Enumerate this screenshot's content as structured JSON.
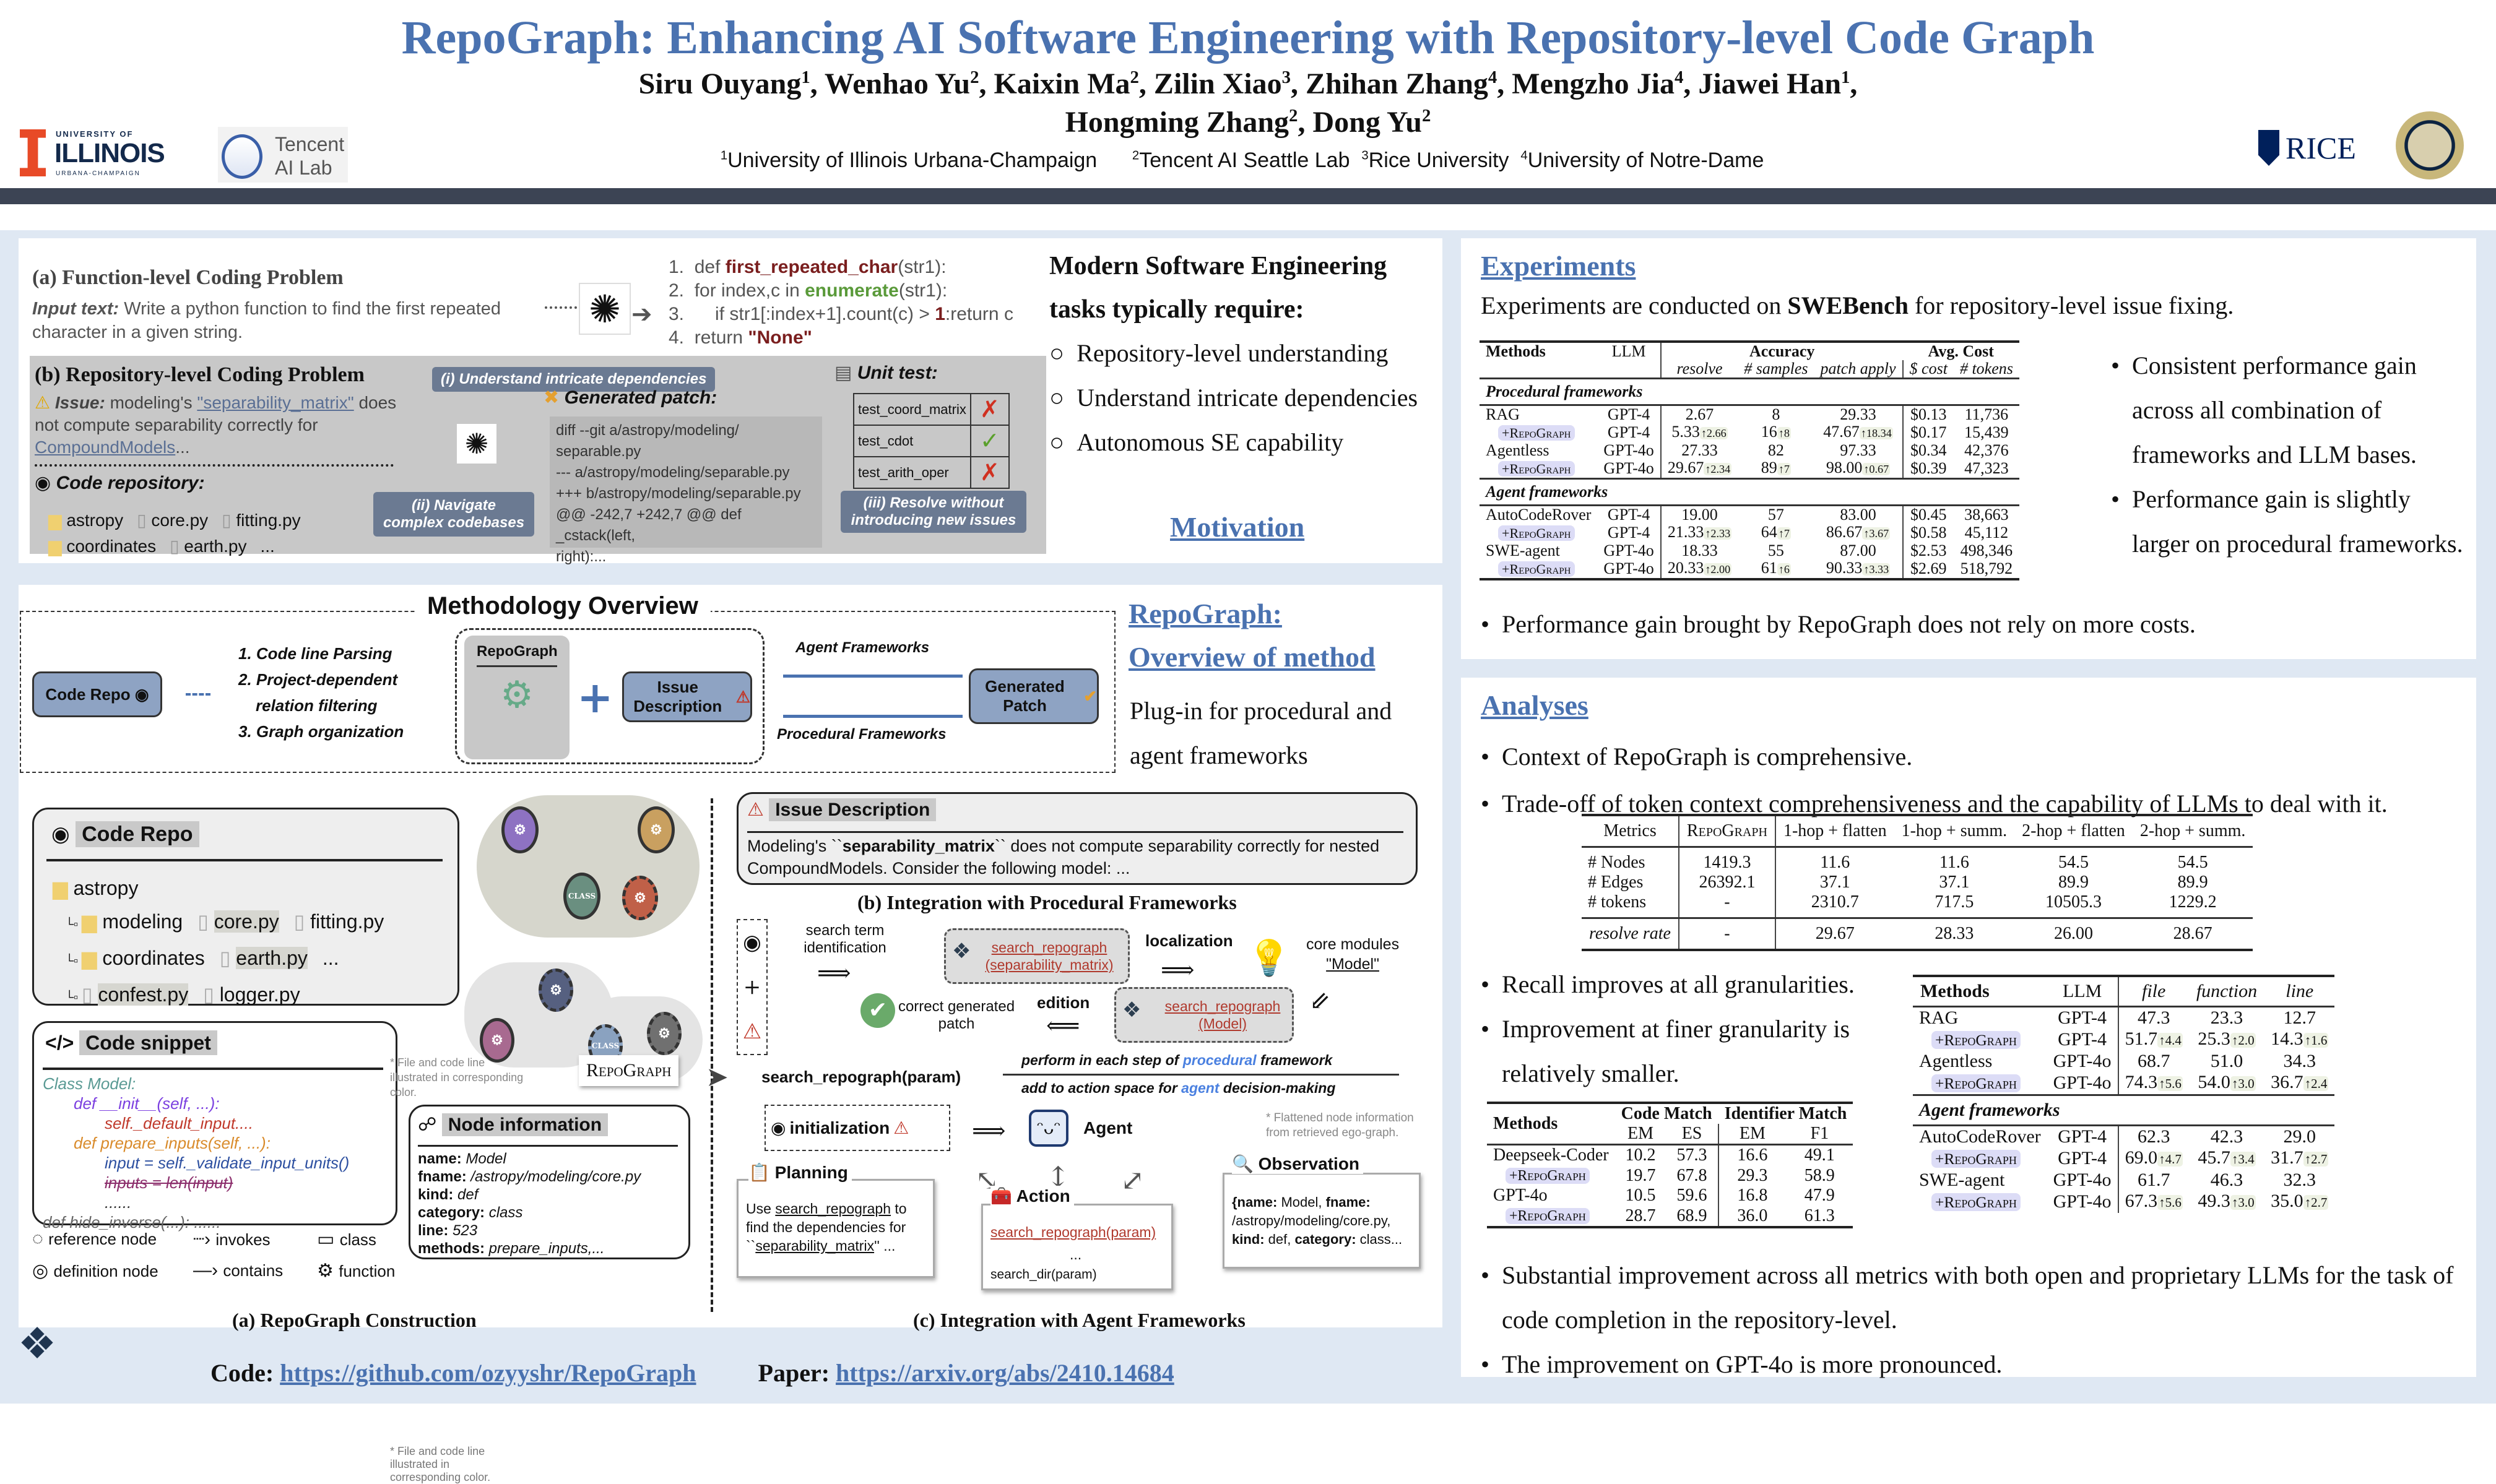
{
  "header": {
    "title": "RepoGraph: Enhancing AI Software Engineering with Repository-level Code Graph",
    "authors_line1": [
      {
        "name": "Siru Ouyang",
        "aff": "1"
      },
      {
        "name": "Wenhao Yu",
        "aff": "2"
      },
      {
        "name": "Kaixin Ma",
        "aff": "2"
      },
      {
        "name": "Zilin Xiao",
        "aff": "3"
      },
      {
        "name": "Zhihan Zhang",
        "aff": "4"
      },
      {
        "name": "Mengzho Jia",
        "aff": "4"
      },
      {
        "name": "Jiawei Han",
        "aff": "1"
      }
    ],
    "authors_line2": [
      {
        "name": "Hongming Zhang",
        "aff": "2"
      },
      {
        "name": "Dong Yu",
        "aff": "2"
      }
    ],
    "affiliations": [
      {
        "num": "1",
        "name": "University of Illinois Urbana-Champaign"
      },
      {
        "num": "2",
        "name": "Tencent AI Seattle Lab"
      },
      {
        "num": "3",
        "name": "Rice University"
      },
      {
        "num": "4",
        "name": "University of Notre-Dame"
      }
    ],
    "logos": {
      "illinois_top": "UNIVERSITY OF",
      "illinois_main": "ILLINOIS",
      "illinois_sub": "URBANA-CHAMPAIGN",
      "tencent_1": "Tencent",
      "tencent_2": "AI Lab",
      "rice": "RICE"
    },
    "colors": {
      "title": "#4a72b0",
      "bar": "#3c4454",
      "background": "#dfe8f3"
    }
  },
  "motivation": {
    "fig_a": {
      "title": "(a) Function-level Coding Problem",
      "input_label": "Input text:",
      "input_text": "Write a python function to find the first repeated character in a given string.",
      "code": [
        {
          "n": "1.",
          "pre": "def ",
          "hl": "first_repeated_char",
          "post": "(str1):"
        },
        {
          "n": "2.",
          "pre": "for index,c in ",
          "hl": "enumerate",
          "post": "(str1):"
        },
        {
          "n": "3.",
          "pre": "    if str1[:index+1].count(c) > ",
          "hl": "1",
          "post": ":return c"
        },
        {
          "n": "4.",
          "pre": "return ",
          "hl": "\"None\"",
          "post": ""
        }
      ]
    },
    "fig_b": {
      "title": "(b) Repository-level Coding Problem",
      "issue_label": "Issue:",
      "issue_pre": "modeling's ",
      "issue_link": "\"separability_matrix\"",
      "issue_mid": " does not compute separability correctly for ",
      "issue_link2": "CompoundModels",
      "issue_post": "...",
      "callout_i": "(i) Understand intricate dependencies",
      "callout_ii": "(ii) Navigate complex codebases",
      "callout_iii": "(iii) Resolve without introducing new issues",
      "repo_label": "Code repository:",
      "repo_items": [
        "astropy",
        "core.py",
        "fitting.py",
        "coordinates",
        "earth.py",
        "..."
      ],
      "patch_label": "Generated patch:",
      "patch_lines": [
        "diff --git a/astropy/modeling/",
        "separable.py",
        "--- a/astropy/modeling/separable.py",
        "+++ b/astropy/modeling/separable.py",
        "@@ -242,7 +242,7 @@ def _cstack(left,",
        "right):..."
      ],
      "unit_test_label": "Unit test:",
      "unit_tests": [
        {
          "name": "test_coord_matrix",
          "pass": false
        },
        {
          "name": "test_cdot",
          "pass": true
        },
        {
          "name": "test_arith_oper",
          "pass": false
        }
      ]
    },
    "text": {
      "heading": "Modern Software Engineering tasks typically require:",
      "bullets": [
        "Repository-level understanding",
        "Understand intricate dependencies",
        "Autonomous SE capability"
      ],
      "section_title": "Motivation"
    }
  },
  "method": {
    "overview_title": "Methodology Overview",
    "code_repo": "Code Repo",
    "steps": [
      "1. Code line Parsing",
      "2. Project-dependent",
      "relation filtering",
      "3. Graph organization"
    ],
    "repograph": "RepoGraph",
    "issue_desc": "Issue Description",
    "agent_fw": "Agent Frameworks",
    "proc_fw": "Procedural Frameworks",
    "gen_patch": "Generated Patch",
    "side_title_1": "RepoGraph:",
    "side_title_2": "Overview of method",
    "side_text": "Plug-in for procedural and agent frameworks",
    "construction": {
      "repo_title": "Code Repo",
      "tree": {
        "root": "astropy",
        "rows": [
          [
            "modeling",
            "core.py",
            "fitting.py"
          ],
          [
            "coordinates",
            "earth.py",
            "..."
          ],
          [
            "confest.py",
            "logger.py"
          ]
        ]
      },
      "snippet_title": "Code snippet",
      "snippet": [
        {
          "text": "Class Model:",
          "color": "#5a9a94",
          "indent": 0,
          "strike": false
        },
        {
          "text": "def __init__(self, ...):",
          "color": "#7b3fe0",
          "indent": 1,
          "strike": false
        },
        {
          "text": "self._default_input....",
          "color": "#c0392b",
          "indent": 2,
          "strike": false
        },
        {
          "text": "def prepare_inputs(self, ...):",
          "color": "#d98b2b",
          "indent": 1,
          "strike": false
        },
        {
          "text": "input = self._validate_input_units()",
          "color": "#2c4fa0",
          "indent": 2,
          "strike": false
        },
        {
          "text": "inputs = len(input)",
          "color": "#8b2d6b",
          "indent": 2,
          "strike": true
        },
        {
          "text": "......",
          "color": "#333333",
          "indent": 2,
          "strike": false
        },
        {
          "text": "def hide_inverse(...): ......",
          "color": "#666666",
          "indent": 0,
          "strike": false
        }
      ],
      "note": "* File and code line illustrated in corresponding color.",
      "repograph_label": "RepoGraph",
      "node_info_title": "Node information",
      "node_info": [
        {
          "k": "name:",
          "v": "Model"
        },
        {
          "k": "fname:",
          "v": "/astropy/modeling/core.py"
        },
        {
          "k": "kind:",
          "v": "def"
        },
        {
          "k": "category:",
          "v": "class"
        },
        {
          "k": "line:",
          "v": "523"
        },
        {
          "k": "methods:",
          "v": "prepare_inputs,..."
        }
      ],
      "legend": [
        {
          "icon": "reference-node-icon",
          "label": "reference node"
        },
        {
          "icon": "invokes-arrow-icon",
          "label": "invokes"
        },
        {
          "icon": "class-icon",
          "label": "class"
        },
        {
          "icon": "definition-node-icon",
          "label": "definition node"
        },
        {
          "icon": "contains-arrow-icon",
          "label": "contains"
        },
        {
          "icon": "function-icon",
          "label": "function"
        }
      ],
      "caption": "(a) RepoGraph Construction",
      "node_class": "CLASS"
    },
    "procedural": {
      "issue_title": "Issue Description",
      "issue_pre": "Modeling's ``",
      "issue_bold": "separability_matrix",
      "issue_post": "`` does not compute separability correctly for nested CompoundModels. Consider the following model:",
      "issue_ellipsis": "...",
      "caption": "(b) Integration with Procedural Frameworks",
      "search_term": "search term identification",
      "call1_a": "search_repograph",
      "call1_b": "(separability_matrix)",
      "localization": "localization",
      "core_modules": "core modules",
      "core_model": "\"Model\"",
      "call2_a": "search_repograph",
      "call2_b": "(Model)",
      "edition": "edition",
      "correct_patch": "correct generated patch",
      "search_param": "search_repograph(param)",
      "perform_pre": "perform in each step of ",
      "perform_hl": "procedural",
      "perform_post": " framework",
      "add_pre": "add to action space for ",
      "add_hl": "agent",
      "add_post": " decision-making"
    },
    "agent": {
      "init": "initialization",
      "agent": "Agent",
      "note": "* Flattened node information from retrieved ego-graph.",
      "planning_title": "Planning",
      "planning_pre": "Use ",
      "planning_link": "search_repograph",
      "planning_mid": " to find the dependencies for ``",
      "planning_link2": "separability_matrix",
      "planning_post": "'' ...",
      "action_title": "Action",
      "action_1": "search_repograph(param)",
      "action_dots": "...",
      "action_2": "search_dir(param)",
      "observation_title": "Observation",
      "observation": [
        {
          "k": "{name:",
          "v": " Model, "
        },
        {
          "k": "fname:",
          "v": " /astropy/modeling/core.py, "
        },
        {
          "k": "kind:",
          "v": " def, "
        },
        {
          "k": "category:",
          "v": " class..."
        }
      ],
      "caption": "(c) Integration with Agent Frameworks"
    }
  },
  "footer": {
    "code_label": "Code:",
    "code_url": "https://github.com/ozyyshr/RepoGraph",
    "paper_label": "Paper:",
    "paper_url": "https://arxiv.org/abs/2410.14684"
  },
  "experiments": {
    "title": "Experiments",
    "intro_pre": "Experiments are conducted on ",
    "intro_bold": "SWEBench",
    "intro_post": " for repository-level issue fixing.",
    "table": {
      "headers": {
        "methods": "Methods",
        "llm": "LLM",
        "accuracy": "Accuracy",
        "cost": "Avg. Cost",
        "sub": [
          "resolve",
          "# samples",
          "patch apply",
          "$ cost",
          "# tokens"
        ]
      },
      "groups": [
        {
          "name": "Procedural frameworks",
          "rows": [
            {
              "method": "RAG",
              "rg": false,
              "llm": "GPT-4",
              "vals": [
                "2.67",
                "8",
                "29.33",
                "$0.13",
                "11,736"
              ],
              "gains": [
                "",
                "",
                "",
                "",
                ""
              ]
            },
            {
              "method": "+RepoGraph",
              "rg": true,
              "llm": "GPT-4",
              "vals": [
                "5.33",
                "16",
                "47.67",
                "$0.17",
                "15,439"
              ],
              "gains": [
                "↑2.66",
                "↑8",
                "↑18.34",
                "",
                ""
              ]
            },
            {
              "method": "Agentless",
              "rg": false,
              "llm": "GPT-4o",
              "vals": [
                "27.33",
                "82",
                "97.33",
                "$0.34",
                "42,376"
              ],
              "gains": [
                "",
                "",
                "",
                "",
                ""
              ]
            },
            {
              "method": "+RepoGraph",
              "rg": true,
              "llm": "GPT-4o",
              "vals": [
                "29.67",
                "89",
                "98.00",
                "$0.39",
                "47,323"
              ],
              "gains": [
                "↑2.34",
                "↑7",
                "↑0.67",
                "",
                ""
              ]
            }
          ]
        },
        {
          "name": "Agent frameworks",
          "rows": [
            {
              "method": "AutoCodeRover",
              "rg": false,
              "llm": "GPT-4",
              "vals": [
                "19.00",
                "57",
                "83.00",
                "$0.45",
                "38,663"
              ],
              "gains": [
                "",
                "",
                "",
                "",
                ""
              ]
            },
            {
              "method": "+RepoGraph",
              "rg": true,
              "llm": "GPT-4",
              "vals": [
                "21.33",
                "64",
                "86.67",
                "$0.58",
                "45,112"
              ],
              "gains": [
                "↑2.33",
                "↑7",
                "↑3.67",
                "",
                ""
              ]
            },
            {
              "method": "SWE-agent",
              "rg": false,
              "llm": "GPT-4o",
              "vals": [
                "18.33",
                "55",
                "87.00",
                "$2.53",
                "498,346"
              ],
              "gains": [
                "",
                "",
                "",
                "",
                ""
              ]
            },
            {
              "method": "+RepoGraph",
              "rg": true,
              "llm": "GPT-4o",
              "vals": [
                "20.33",
                "61",
                "90.33",
                "$2.69",
                "518,792"
              ],
              "gains": [
                "↑2.00",
                "↑6",
                "↑3.33",
                "",
                ""
              ]
            }
          ]
        }
      ]
    },
    "side_bullets": [
      "Consistent performance gain across all combination of frameworks and LLM bases.",
      "Performance gain is slightly larger on procedural frameworks."
    ],
    "bottom_bullet": "Performance gain brought by RepoGraph does not rely on more costs."
  },
  "analyses": {
    "title": "Analyses",
    "bullets": [
      "Context of RepoGraph is comprehensive.",
      "Trade-off of token context comprehensiveness and the capability of LLMs to deal with it."
    ],
    "context_table": {
      "headers": [
        "Metrics",
        "RepoGraph",
        "1-hop + flatten",
        "1-hop + summ.",
        "2-hop + flatten",
        "2-hop + summ."
      ],
      "rows": [
        [
          "# Nodes",
          "1419.3",
          "11.6",
          "11.6",
          "54.5",
          "54.5"
        ],
        [
          "# Edges",
          "26392.1",
          "37.1",
          "37.1",
          "89.9",
          "89.9"
        ],
        [
          "# tokens",
          "-",
          "2310.7",
          "717.5",
          "10505.3",
          "1229.2"
        ]
      ],
      "footer_row": [
        "resolve rate",
        "-",
        "29.67",
        "28.33",
        "26.00",
        "28.67"
      ]
    },
    "recall_bullets": [
      "Recall improves at all granularities.",
      "Improvement at finer granularity is relatively smaller."
    ],
    "recall_table": {
      "headers": [
        "Methods",
        "LLM",
        "file",
        "function",
        "line"
      ],
      "rows": [
        {
          "method": "RAG",
          "rg": false,
          "llm": "GPT-4",
          "vals": [
            "47.3",
            "23.3",
            "12.7"
          ],
          "gains": [
            "",
            "",
            ""
          ]
        },
        {
          "method": "+RepoGraph",
          "rg": true,
          "llm": "GPT-4",
          "vals": [
            "51.7",
            "25.3",
            "14.3"
          ],
          "gains": [
            "↑4.4",
            "↑2.0",
            "↑1.6"
          ]
        },
        {
          "method": "Agentless",
          "rg": false,
          "llm": "GPT-4o",
          "vals": [
            "68.7",
            "51.0",
            "34.3"
          ],
          "gains": [
            "",
            "",
            ""
          ]
        },
        {
          "method": "+RepoGraph",
          "rg": true,
          "llm": "GPT-4o",
          "vals": [
            "74.3",
            "54.0",
            "36.7"
          ],
          "gains": [
            "↑5.6",
            "↑3.0",
            "↑2.4"
          ]
        }
      ],
      "group2": "Agent frameworks",
      "rows2": [
        {
          "method": "AutoCodeRover",
          "rg": false,
          "llm": "GPT-4",
          "vals": [
            "62.3",
            "42.3",
            "29.0"
          ],
          "gains": [
            "",
            "",
            ""
          ]
        },
        {
          "method": "+RepoGraph",
          "rg": true,
          "llm": "GPT-4",
          "vals": [
            "69.0",
            "45.7",
            "31.7"
          ],
          "gains": [
            "↑4.7",
            "↑3.4",
            "↑2.7"
          ]
        },
        {
          "method": "SWE-agent",
          "rg": false,
          "llm": "GPT-4o",
          "vals": [
            "61.7",
            "46.3",
            "32.3"
          ],
          "gains": [
            "",
            "",
            ""
          ]
        },
        {
          "method": "+RepoGraph",
          "rg": true,
          "llm": "GPT-4o",
          "vals": [
            "67.3",
            "49.3",
            "35.0"
          ],
          "gains": [
            "↑5.6",
            "↑3.0",
            "↑2.7"
          ]
        }
      ]
    },
    "completion_table": {
      "headers": {
        "methods": "Methods",
        "code_match": "Code Match",
        "id_match": "Identifier Match",
        "sub": [
          "EM",
          "ES",
          "EM",
          "F1"
        ]
      },
      "rows": [
        {
          "method": "Deepseek-Coder",
          "rg": false,
          "vals": [
            "10.2",
            "57.3",
            "16.6",
            "49.1"
          ]
        },
        {
          "method": "+RepoGraph",
          "rg": true,
          "vals": [
            "19.7",
            "67.8",
            "29.3",
            "58.9"
          ]
        },
        {
          "method": "GPT-4o",
          "rg": false,
          "vals": [
            "10.5",
            "59.6",
            "16.8",
            "47.9"
          ]
        },
        {
          "method": "+RepoGraph",
          "rg": true,
          "vals": [
            "28.7",
            "68.9",
            "36.0",
            "61.3"
          ]
        }
      ]
    },
    "final_bullets": [
      "Substantial improvement across all metrics with both open and proprietary LLMs for the task of code completion in the repository-level.",
      "The improvement on GPT-4o is more pronounced."
    ]
  }
}
